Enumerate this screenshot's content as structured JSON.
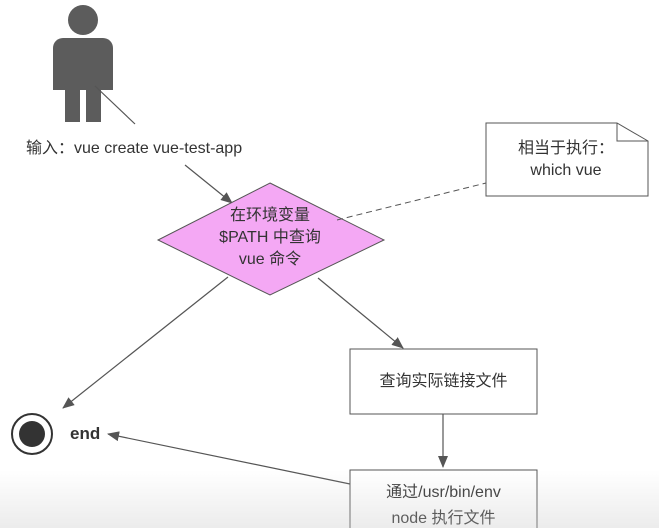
{
  "diagram": {
    "input_label": "输入：vue create vue-test-app",
    "decision": {
      "line1": "在环境变量",
      "line2": "$PATH 中查询",
      "line3": "vue 命令"
    },
    "note": {
      "line1": "相当于执行：",
      "line2": "which vue"
    },
    "process1": "查询实际链接文件",
    "process2": {
      "line1": "通过/usr/bin/env",
      "line2": "node 执行文件"
    },
    "end_label": "end",
    "colors": {
      "decision_fill": "#f4a8f4",
      "decision_stroke": "#555555",
      "actor": "#5c5c5c",
      "box_stroke": "#555555",
      "arrow": "#555555"
    }
  }
}
